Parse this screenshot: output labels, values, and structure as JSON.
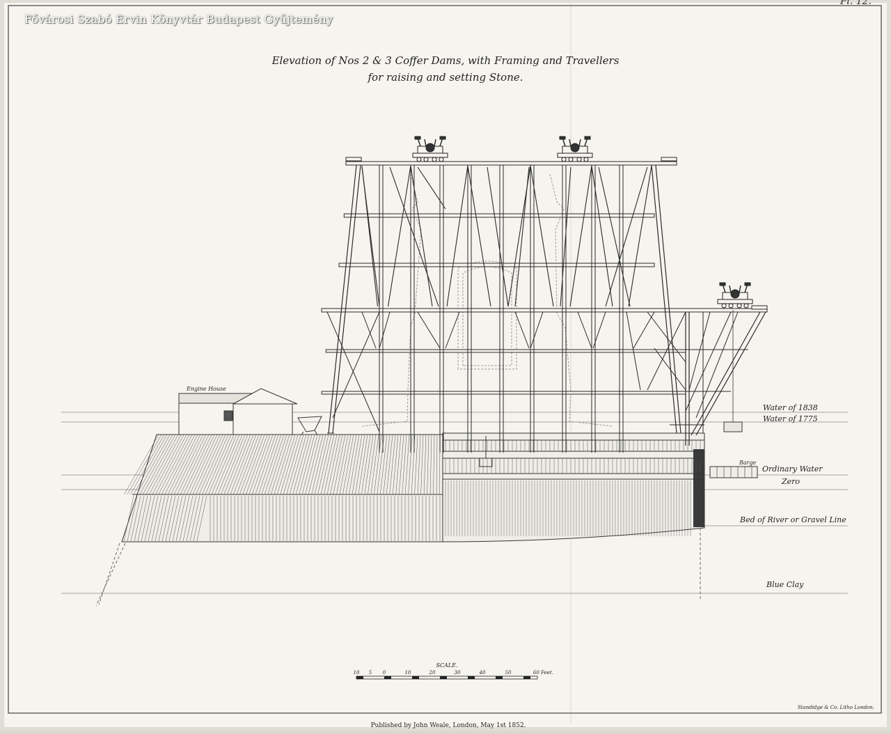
{
  "watermark": "Fővárosi Szabó Ervin Könyvtár Budapest Gyűjtemény",
  "plate_number": "Pl. 12.",
  "title": {
    "line1": "Elevation of Nos 2 & 3 Coffer Dams, with Framing and Travellers",
    "line2": "for raising and setting Stone."
  },
  "labels": {
    "engine_house": "Engine House",
    "water_1838": "Water of 1838",
    "water_1775": "Water of 1775",
    "barge": "Barge",
    "ordinary_water": "Ordinary Water",
    "zero": "Zero",
    "bed_of_river": "Bed of River or Gravel Line",
    "blue_clay": "Blue Clay"
  },
  "scale": {
    "title": "SCALE.",
    "ticks": [
      "10",
      "5",
      "0",
      "10",
      "20",
      "30",
      "40",
      "50",
      "60 Feet."
    ]
  },
  "footer": {
    "publisher": "Published by John Weale, London, May 1st 1852.",
    "printer": "Standidge & Co. Litho London."
  },
  "colors": {
    "paper": "#f5f3ee",
    "ink": "#2a2a2a",
    "dashed": "#9a9a9a"
  }
}
